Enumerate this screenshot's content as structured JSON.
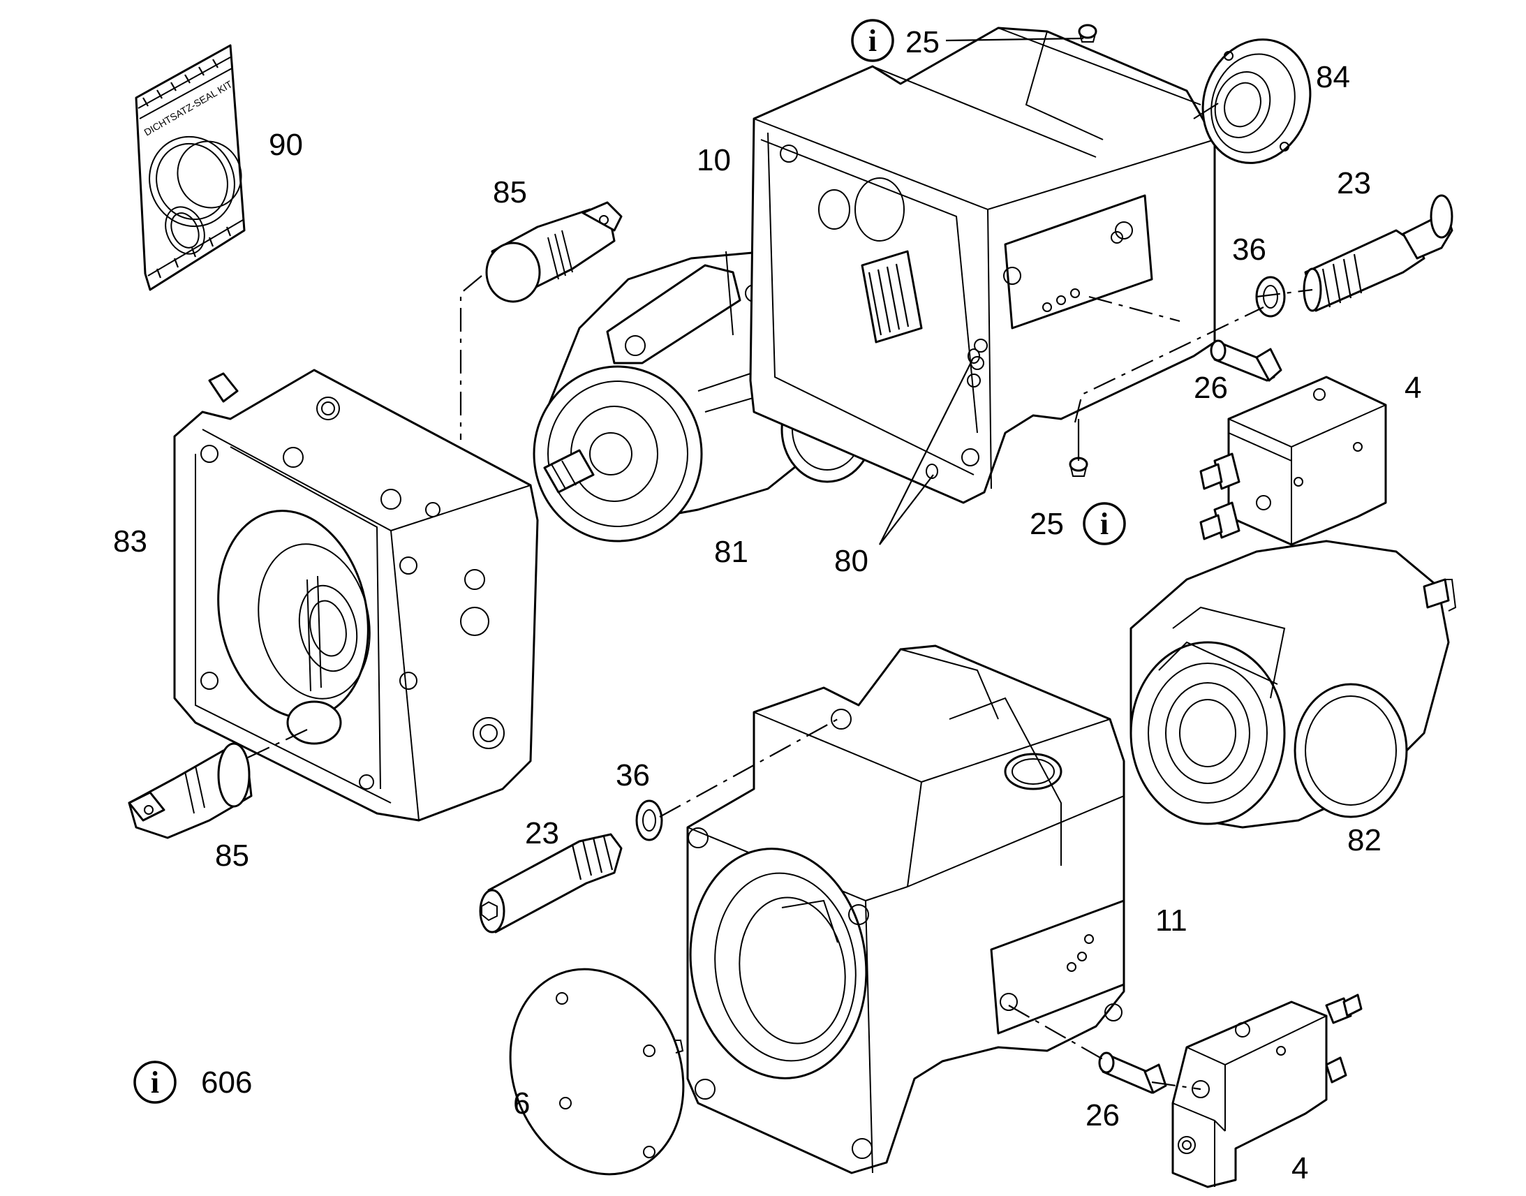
{
  "callouts": [
    {
      "id": "90",
      "text": "90"
    },
    {
      "id": "85-top",
      "text": "85"
    },
    {
      "id": "10",
      "text": "10"
    },
    {
      "id": "25-top",
      "text": "25"
    },
    {
      "id": "84",
      "text": "84"
    },
    {
      "id": "23-top",
      "text": "23"
    },
    {
      "id": "36-top",
      "text": "36"
    },
    {
      "id": "26-top",
      "text": "26"
    },
    {
      "id": "4-top",
      "text": "4"
    },
    {
      "id": "25-bottom",
      "text": "25"
    },
    {
      "id": "80",
      "text": "80"
    },
    {
      "id": "81",
      "text": "81"
    },
    {
      "id": "83",
      "text": "83"
    },
    {
      "id": "85-bottom",
      "text": "85"
    },
    {
      "id": "36-bottom",
      "text": "36"
    },
    {
      "id": "23-bottom",
      "text": "23"
    },
    {
      "id": "82",
      "text": "82"
    },
    {
      "id": "11",
      "text": "11"
    },
    {
      "id": "606",
      "text": "606"
    },
    {
      "id": "6",
      "text": "6"
    },
    {
      "id": "26-bottom",
      "text": "26"
    },
    {
      "id": "4-bottom",
      "text": "4"
    }
  ],
  "info_symbol": "i",
  "seal_kit_label": "DICHTSATZ-SEAL KIT",
  "icons": [
    "info-icon"
  ]
}
